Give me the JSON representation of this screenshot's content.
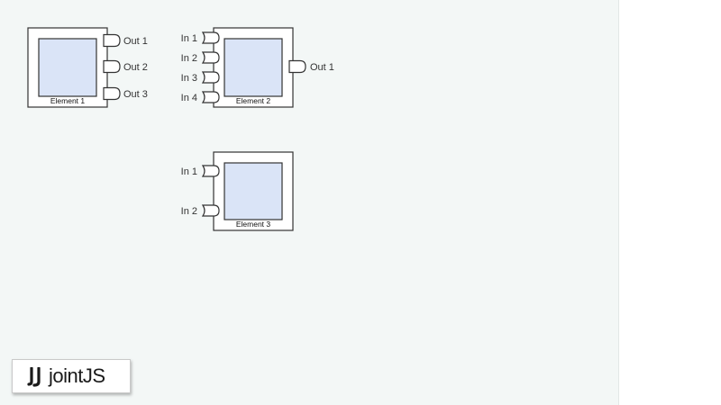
{
  "elements": [
    {
      "label": "Element 1",
      "in_ports": [],
      "out_ports": [
        "Out 1",
        "Out 2",
        "Out 3"
      ]
    },
    {
      "label": "Element 2",
      "in_ports": [
        "In 1",
        "In 2",
        "In 3",
        "In 4"
      ],
      "out_ports": [
        "Out 1"
      ]
    },
    {
      "label": "Element 3",
      "in_ports": [
        "In 1",
        "In 2"
      ],
      "out_ports": []
    }
  ],
  "logo": {
    "text": "jointJS"
  },
  "colors": {
    "paper": "#f3f7f6",
    "element_body": "#ffffff",
    "element_stroke": "#333333",
    "inner_fill": "#dae4f7",
    "port_fill": "#ffffff"
  }
}
